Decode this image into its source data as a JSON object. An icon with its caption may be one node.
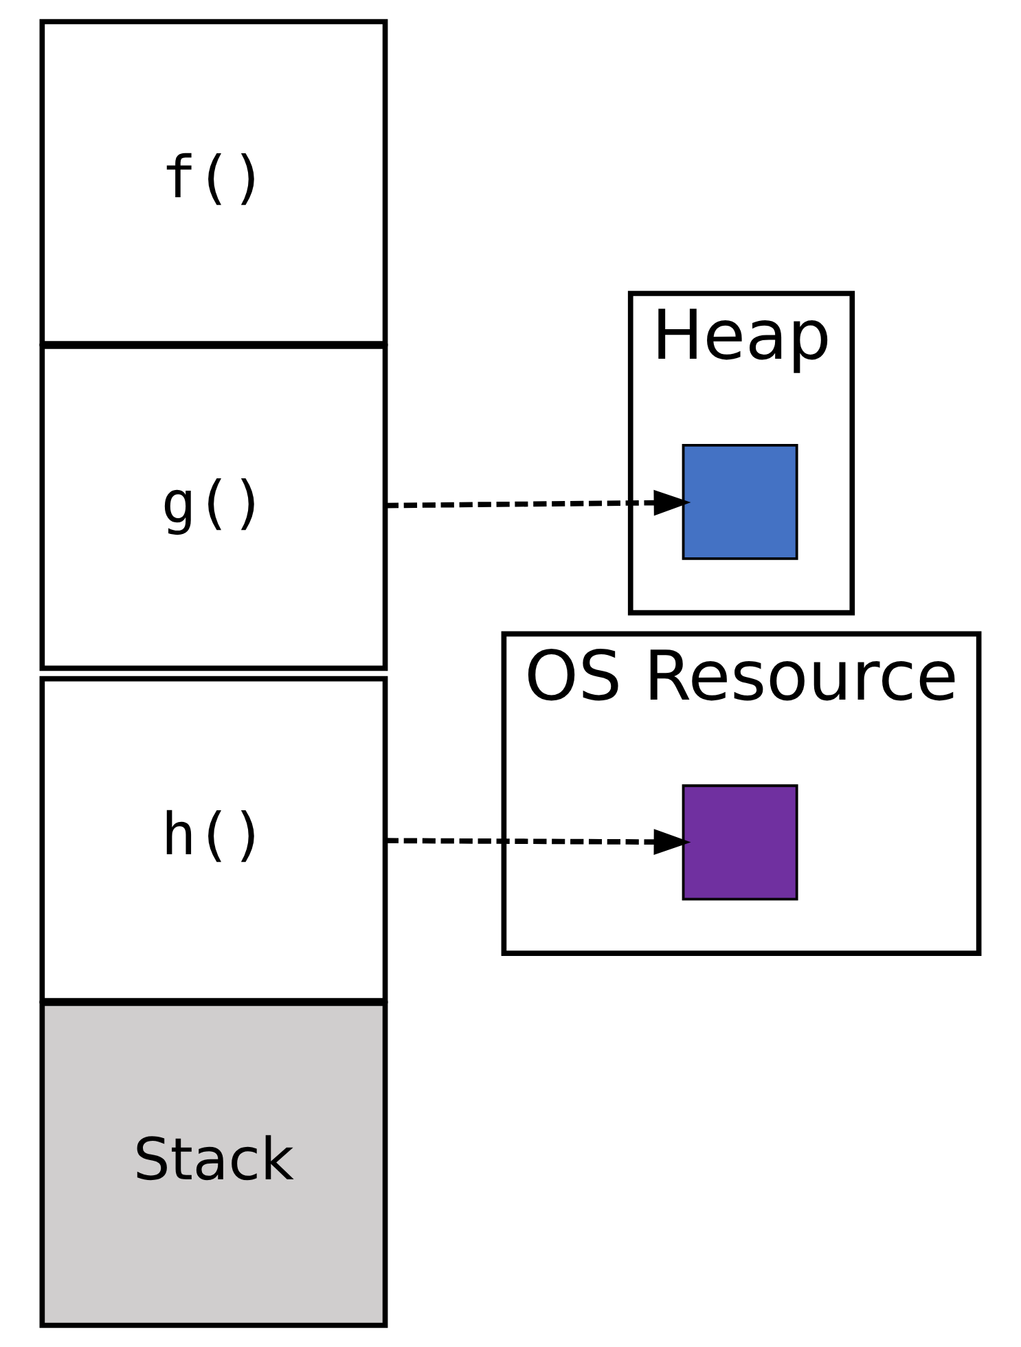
{
  "diagram": {
    "nodes": [
      {
        "text": [
          "f()"
        ]
      },
      {
        "text": [
          "g()"
        ]
      },
      {
        "text": [
          "h()"
        ]
      },
      {
        "text": [
          "Stack"
        ]
      },
      {
        "text": [
          "Heap"
        ]
      },
      {
        "text": [],
        "shape": "box",
        "in": 4
      },
      {
        "text": [
          "OS Resource"
        ]
      },
      {
        "text": [],
        "shape": "box",
        "in": 6
      }
    ],
    "edges": [
      {
        "from": 1,
        "to": 5,
        "arrow": "to",
        "style": "dashed"
      },
      {
        "from": 2,
        "to": 7,
        "arrow": "to",
        "style": "dashed"
      }
    ]
  }
}
